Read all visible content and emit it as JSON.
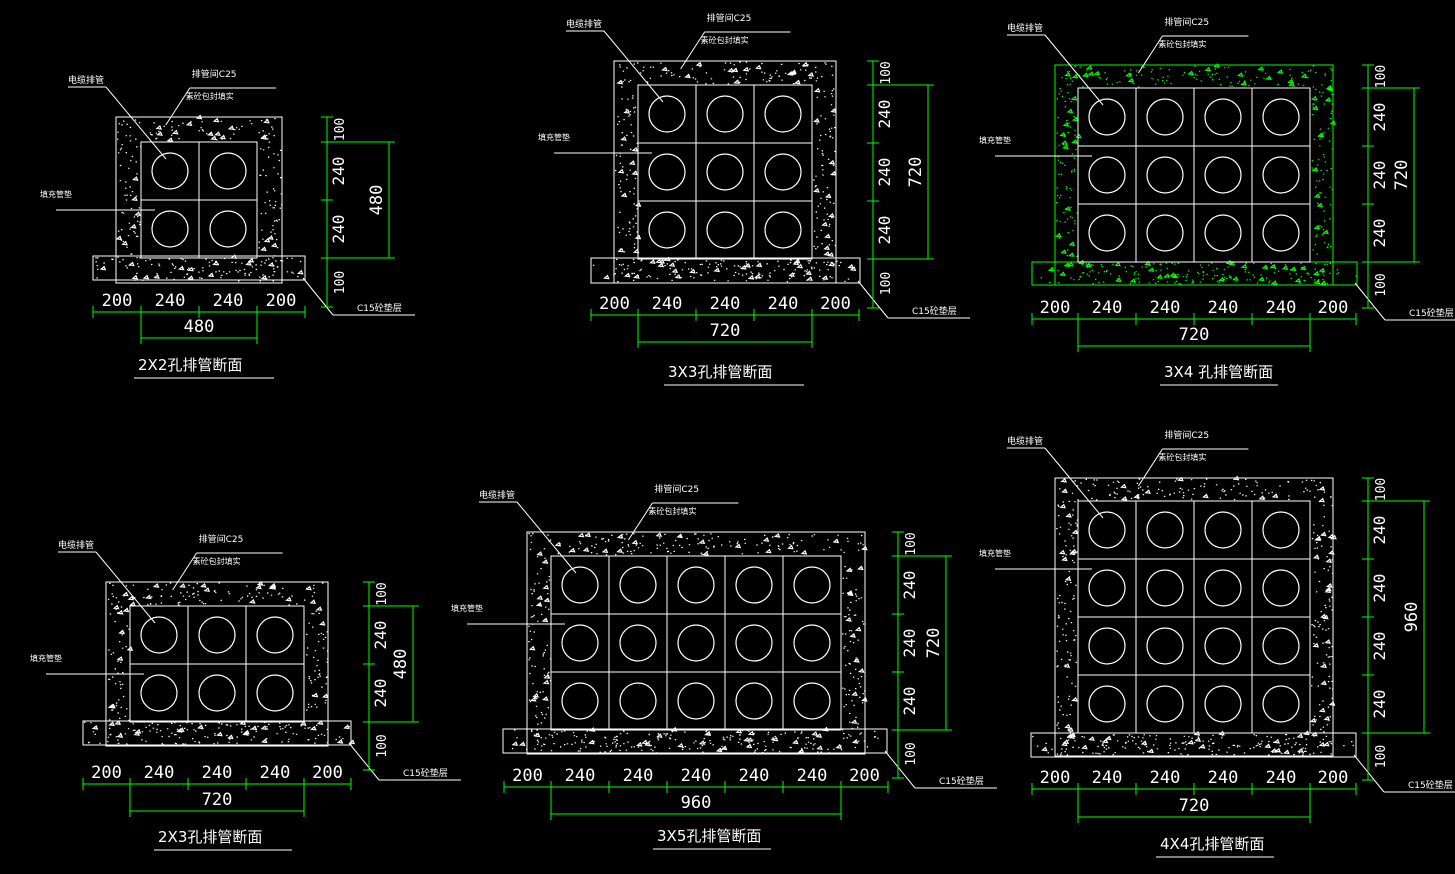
{
  "colors": {
    "background": "#000000",
    "linework": "#ffffff",
    "dimension": "#00ff00",
    "hatch_highlight": "#00ff00"
  },
  "labels": {
    "cable_pipe": "电缆排管",
    "envelope_concrete": "排管间C25",
    "envelope_note": "素砼包封填实",
    "filler": "填充管垫",
    "base": "C15砼垫层"
  },
  "sections": [
    {
      "title": "2X2孔排管断面",
      "cols": 2,
      "rows": 2,
      "bottom_dims": [
        "200",
        "240",
        "240",
        "200"
      ],
      "bottom_total": "480",
      "side_dims": [
        "100",
        "240",
        "240",
        "100"
      ],
      "side_total": "480",
      "highlight": false
    },
    {
      "title": "3X3孔排管断面",
      "cols": 3,
      "rows": 3,
      "bottom_dims": [
        "200",
        "240",
        "240",
        "240",
        "200"
      ],
      "bottom_total": "720",
      "side_dims": [
        "100",
        "240",
        "240",
        "240",
        "100"
      ],
      "side_total": "720",
      "highlight": false
    },
    {
      "title": "3X4 孔排管断面",
      "cols": 4,
      "rows": 3,
      "bottom_dims": [
        "200",
        "240",
        "240",
        "240",
        "240",
        "200"
      ],
      "bottom_total": "720",
      "side_dims": [
        "100",
        "240",
        "240",
        "240",
        "100"
      ],
      "side_total": "720",
      "highlight": true
    },
    {
      "title": "2X3孔排管断面",
      "cols": 3,
      "rows": 2,
      "bottom_dims": [
        "200",
        "240",
        "240",
        "240",
        "200"
      ],
      "bottom_total": "720",
      "side_dims": [
        "100",
        "240",
        "240",
        "100"
      ],
      "side_total": "480",
      "highlight": false
    },
    {
      "title": "3X5孔排管断面",
      "cols": 5,
      "rows": 3,
      "bottom_dims": [
        "200",
        "240",
        "240",
        "240",
        "240",
        "240",
        "200"
      ],
      "bottom_total": "960",
      "side_dims": [
        "100",
        "240",
        "240",
        "240",
        "100"
      ],
      "side_total": "720",
      "highlight": false
    },
    {
      "title": "4X4孔排管断面",
      "cols": 4,
      "rows": 4,
      "bottom_dims": [
        "200",
        "240",
        "240",
        "240",
        "240",
        "200"
      ],
      "bottom_total": "720",
      "side_dims": [
        "100",
        "240",
        "240",
        "240",
        "240",
        "100"
      ],
      "side_total": "960",
      "highlight": false
    }
  ]
}
